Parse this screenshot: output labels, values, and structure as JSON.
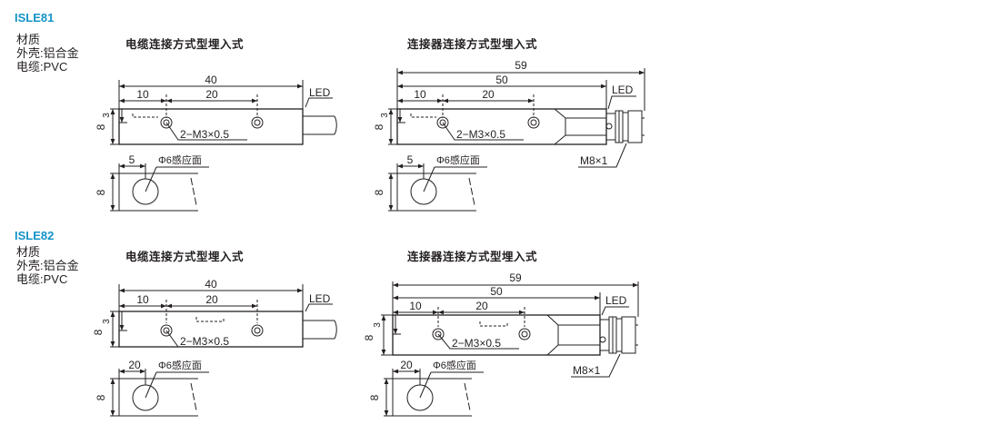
{
  "colors": {
    "accent": "#1593c8",
    "line": "#231f20"
  },
  "models": [
    {
      "name": "ISLE81",
      "material": {
        "heading": "材质",
        "shell": "外壳:铝合金",
        "cable": "电缆:PVC"
      },
      "cable": {
        "title": "电缆连接方式型埋入式",
        "total": "40",
        "pitch1": "10",
        "pitch2": "20",
        "led": "LED",
        "screw": "2−M3×0.5",
        "height": "8",
        "offset": "3",
        "face_dist": "5",
        "sensing": "Φ6感应面",
        "bottom_height": "8"
      },
      "connector": {
        "title": "连接器连接方式型埋入式",
        "overall": "59",
        "body": "50",
        "pitch1": "10",
        "pitch2": "20",
        "led": "LED",
        "screw": "2−M3×0.5",
        "thread": "M8×1",
        "height": "8",
        "offset": "3",
        "face_dist": "5",
        "sensing": "Φ6感应面",
        "bottom_height": "8"
      }
    },
    {
      "name": "ISLE82",
      "material": {
        "heading": "材质",
        "shell": "外壳:铝合金",
        "cable": "电缆:PVC"
      },
      "cable": {
        "title": "电缆连接方式型埋入式",
        "total": "40",
        "pitch1": "10",
        "pitch2": "20",
        "led": "LED",
        "screw": "2−M3×0.5",
        "height": "8",
        "offset": "3",
        "face_dist": "20",
        "sensing": "Φ6感应面",
        "bottom_height": "8"
      },
      "connector": {
        "title": "连接器连接方式型埋入式",
        "overall": "59",
        "body": "50",
        "pitch1": "10",
        "pitch2": "20",
        "led": "LED",
        "screw": "2−M3×0.5",
        "thread": "M8×1",
        "height": "8",
        "offset": "3",
        "face_dist": "20",
        "sensing": "Φ6感应面",
        "bottom_height": "8"
      }
    }
  ]
}
